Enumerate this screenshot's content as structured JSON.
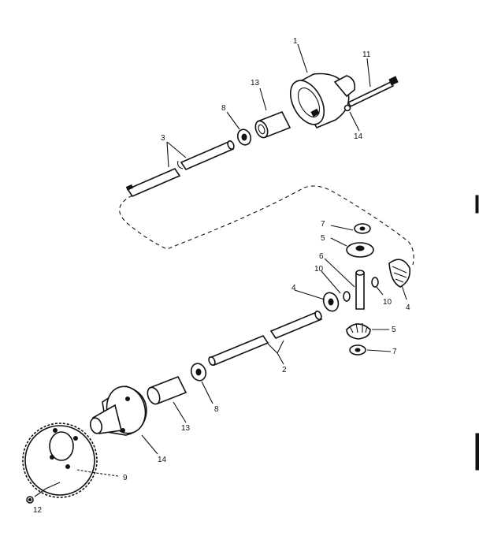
{
  "callouts": [
    {
      "id": "c1",
      "text": "1"
    },
    {
      "id": "c11",
      "text": "11"
    },
    {
      "id": "c13a",
      "text": "13"
    },
    {
      "id": "c8a",
      "text": "8"
    },
    {
      "id": "c14a",
      "text": "14"
    },
    {
      "id": "c3",
      "text": "3"
    },
    {
      "id": "c7a",
      "text": "7"
    },
    {
      "id": "c5a",
      "text": "5"
    },
    {
      "id": "c6",
      "text": "6"
    },
    {
      "id": "c10a",
      "text": "10"
    },
    {
      "id": "c4a",
      "text": "4"
    },
    {
      "id": "c10b",
      "text": "10"
    },
    {
      "id": "c4b",
      "text": "4"
    },
    {
      "id": "c5b",
      "text": "5"
    },
    {
      "id": "c7b",
      "text": "7"
    },
    {
      "id": "c2",
      "text": "2"
    },
    {
      "id": "c8b",
      "text": "8"
    },
    {
      "id": "c13b",
      "text": "13"
    },
    {
      "id": "c14b",
      "text": "14"
    },
    {
      "id": "c9",
      "text": "9"
    },
    {
      "id": "c12",
      "text": "12"
    }
  ],
  "colors": {
    "ink": "#111111",
    "paper": "#ffffff"
  }
}
